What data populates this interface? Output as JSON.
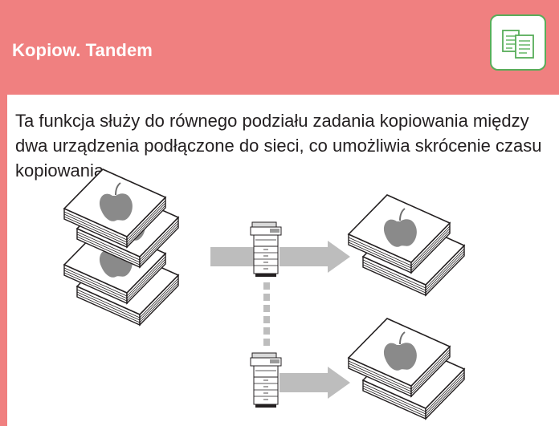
{
  "header": {
    "title": "Kopiow. Tandem",
    "background_color": "#f08080",
    "icon": "tandem-copy-icon",
    "icon_accent_color": "#58ad5a"
  },
  "body": {
    "description": "Ta funkcja służy do równego podziału zadania kopiowania między dwa urządzenia podłączone do sieci, co umożliwia skrócenie czasu kopiowania."
  },
  "illustration": {
    "source_stacks": 4,
    "machines": 2,
    "output_stacks": 4,
    "icons": [
      "paper-stack-apple-icon",
      "copier-icon",
      "arrow-right-icon",
      "dotted-connection-line"
    ]
  }
}
